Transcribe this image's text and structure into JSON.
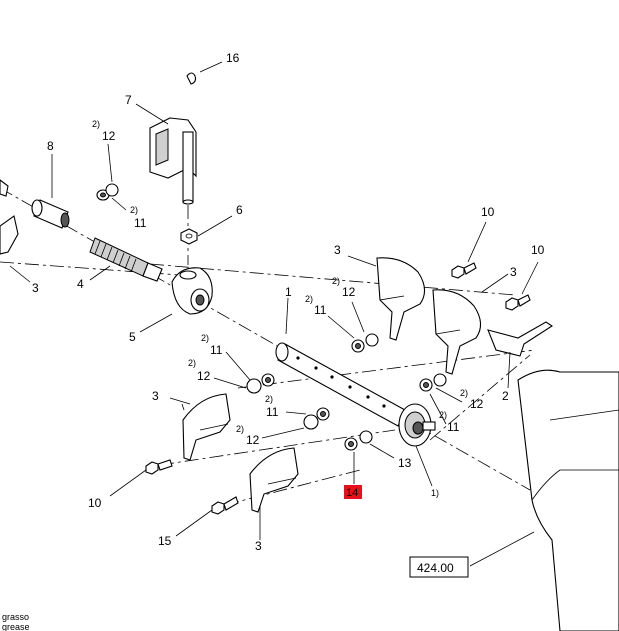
{
  "callouts": {
    "c16": "16",
    "c7": "7",
    "c12a": "12",
    "c12a_note": "2)",
    "c8": "8",
    "c11a": "11",
    "c11a_note": "2)",
    "c6": "6",
    "c4": "4",
    "c3a": "3",
    "c5": "5",
    "c1": "1",
    "c12b": "12",
    "c12b_note": "2)",
    "c11b": "11",
    "c11b_note": "2)",
    "c3b": "3",
    "c10a": "10",
    "c3c": "3",
    "c10b": "10",
    "c11c": "11",
    "c11c_note": "2)",
    "c12c": "12",
    "c12c_note": "2)",
    "c3d": "3",
    "c11d": "11",
    "c11d_note": "2)",
    "c12d": "12",
    "c12d_note": "2)",
    "c2": "2",
    "c12e": "12",
    "c12e_note": "2)",
    "c11e": "11",
    "c11e_note": "2)",
    "c13": "13",
    "c1_note": "1)",
    "c10c": "10",
    "c15": "15",
    "c3e": "3"
  },
  "highlight_label": "14",
  "highlight_color": "#e8101a",
  "page_ref": "424.00",
  "legend": {
    "line1": "grasso",
    "line2": "grease"
  }
}
